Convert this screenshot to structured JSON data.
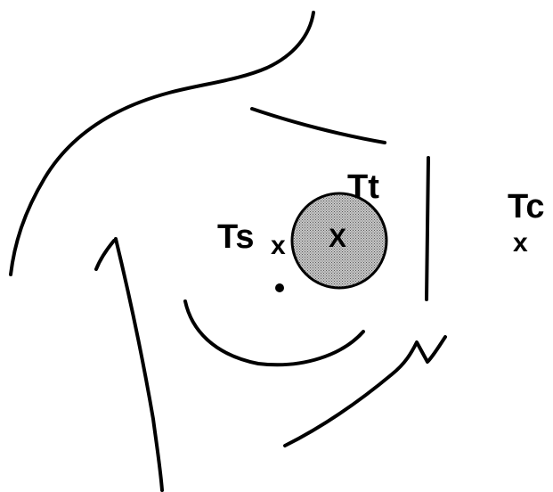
{
  "labels": {
    "tumor": "Tt",
    "tumor_marker": "X",
    "skin": "Ts",
    "skin_marker": "x",
    "contralateral": "Tc",
    "contralateral_marker": "x"
  },
  "colors": {
    "line": "#000000",
    "tumor_fill": "#9a9a9a",
    "background": "#ffffff"
  }
}
